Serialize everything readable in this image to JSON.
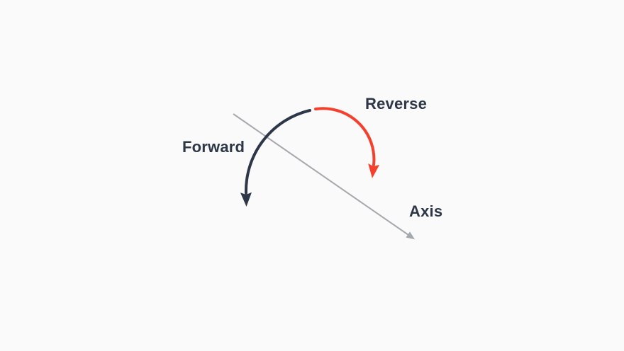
{
  "diagram": {
    "title": "rotation-direction-diagram",
    "labels": {
      "forward": "Forward",
      "reverse": "Reverse",
      "axis": "Axis"
    },
    "colors": {
      "forward_arrow": "#2d3748",
      "reverse_arrow": "#f5402e",
      "axis_arrow": "#a5a8ac",
      "label_text": "#2d3748",
      "background": "#fafafa"
    }
  }
}
